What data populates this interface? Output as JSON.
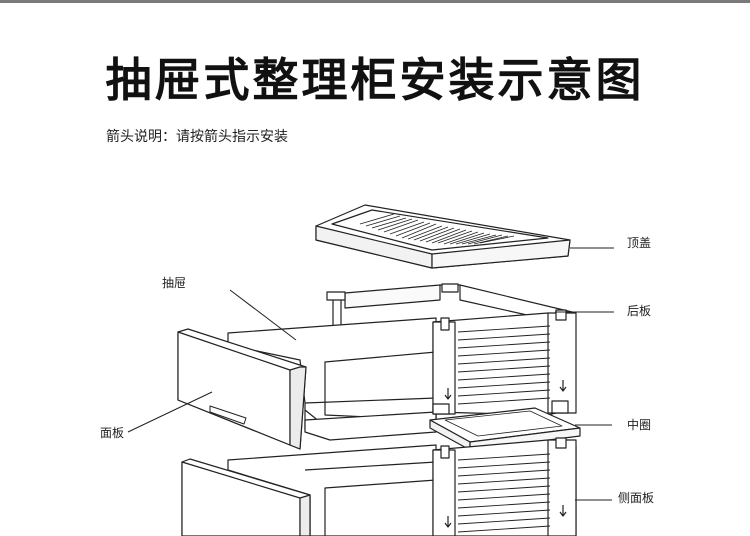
{
  "title": "抽屉式整理柜安装示意图",
  "subtitle": "箭头说明：请按箭头指示安装",
  "labels": {
    "top_cover": "顶盖",
    "drawer": "抽屉",
    "back_panel": "后板",
    "face_panel": "面板",
    "middle_frame": "中圈",
    "side_panel": "侧面板"
  }
}
